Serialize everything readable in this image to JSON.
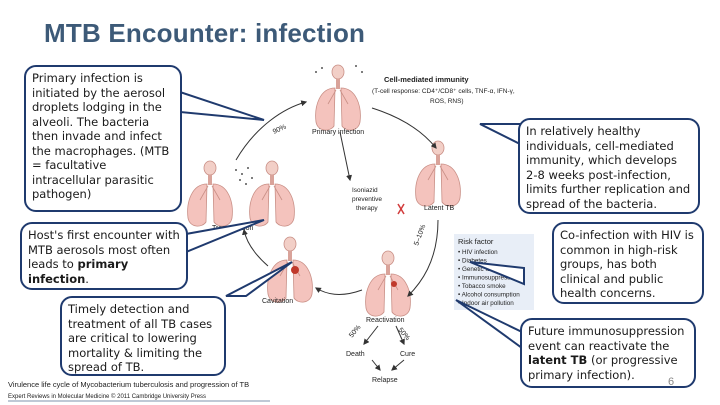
{
  "slide": {
    "title": "MTB Encounter: infection",
    "page_number": "6"
  },
  "callouts": {
    "primary": "Primary infection is initiated by the aerosol droplets lodging in the alveoli. The bacteria then invade and infect the macrophages. (MTB = facultative intracellular parasitic pathogen)",
    "host_pre": "Host's first encounter with MTB aerosols most often leads to ",
    "host_bold": "primary infection",
    "host_post": ".",
    "timely": "Timely detection and treatment of all TB cases are critical to lowering mortality & limiting the spread of TB.",
    "healthy": "In relatively healthy individuals, cell-mediated immunity, which develops 2-8 weeks post-infection, limits further replication and spread of the bacteria.",
    "hiv": "Co-infection with HIV is common in high-risk groups, has both clinical and public health concerns.",
    "future_pre": "Future immunosuppression event can reactivate the ",
    "future_bold": "latent TB",
    "future_post": " (or progressive primary infection)."
  },
  "diagram": {
    "cmi_title": "Cell-mediated immunity",
    "cmi_line1": "(T-cell response: CD4⁺/CD8⁺ cells, TNF-α, IFN-γ,",
    "cmi_line2": "ROS, RNS)",
    "primary_infection": "Primary infection",
    "latent_tb": "Latent TB",
    "transmission": "Transmission",
    "cavitation": "Cavitation",
    "reactivation": "Reactivation",
    "death": "Death",
    "cure": "Cure",
    "relapse": "Relapse",
    "isoniazid_1": "Isoniazid",
    "isoniazid_2": "preventive",
    "isoniazid_3": "therapy",
    "pct_90": "90%",
    "pct_5_10": "5–10%",
    "pct_50a": "50%",
    "pct_50b": "50%",
    "risk_title": "Risk factor",
    "risk_items": [
      "HIV infection",
      "Diabetes",
      "Genetic factors",
      "Immunosuppression",
      "Tobacco smoke",
      "Alcohol consumption",
      "Indoor air pollution"
    ],
    "caption_1": "Virulence life cycle of Mycobacterium tuberculosis and progression of TB",
    "caption_2": "Expert Reviews in Molecular Medicine © 2011 Cambridge University Press"
  },
  "colors": {
    "title": "#3d5a78",
    "bubble_border": "#1f3a6e",
    "risk_title": "#d23c3c",
    "risk_bg": "#e8eef7"
  }
}
